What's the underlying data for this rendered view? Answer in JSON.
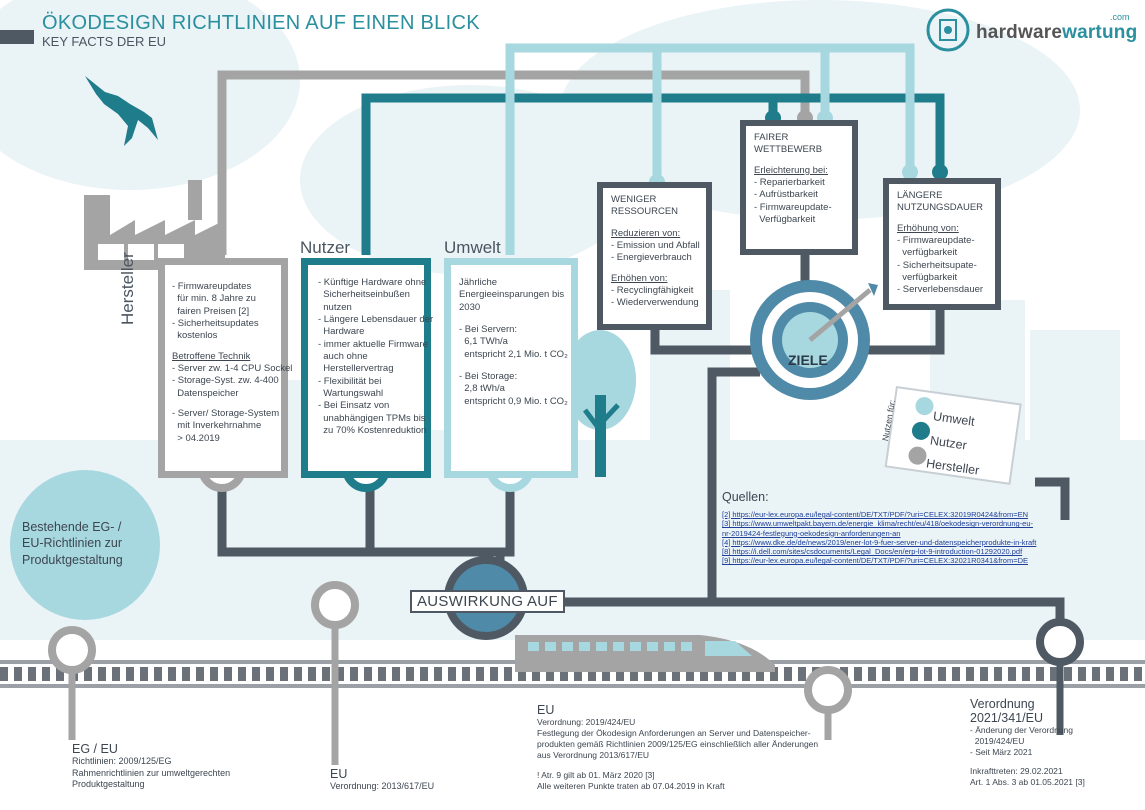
{
  "header": {
    "title": "ÖKODESIGN RICHTLINIEN AUF EINEN BLICK",
    "subtitle": "KEY FACTS DER EU",
    "logo_main": "hardware",
    "logo_accent": "wartung",
    "logo_suffix": ".com"
  },
  "colors": {
    "dark_teal": "#1f7c8a",
    "light_teal": "#a7d7df",
    "grey": "#a4a4a4",
    "dark_grey": "#4f5963",
    "bg_blue": "#e7f1f5"
  },
  "hersteller": {
    "label": "Hersteller",
    "lines_top": [
      "- Firmwareupdates",
      "  für min. 8 Jahre zu",
      "  fairen Preisen [2]",
      "- Sicherheitsupdates",
      "  kostenlos"
    ],
    "tech_title": "Betroffene Technik",
    "lines_tech": [
      "- Server zw. 1-4 CPU Sockel",
      "- Storage-Syst. zw. 4-400",
      "  Datenspeicher"
    ],
    "lines_bottom": [
      "- Server/ Storage-System",
      "  mit Inverkehrnahme",
      "  > 04.2019"
    ]
  },
  "nutzer": {
    "label": "Nutzer",
    "lines": [
      "- Künftige Hardware ohne",
      "  Sicherheitseinbußen",
      "  nutzen",
      "- Längere Lebensdauer der",
      "  Hardware",
      "- immer aktuelle Firmware",
      "  auch ohne",
      "  Herstellervertrag",
      "- Flexibilität bei",
      "  Wartungswahl",
      "- Bei Einsatz von",
      "  unabhängigen TPMs bis",
      "  zu 70% Kostenreduktion"
    ]
  },
  "umwelt": {
    "label": "Umwelt",
    "intro": [
      "Jährliche",
      "Energieeinsparungen bis",
      "2030"
    ],
    "server": [
      "- Bei Servern:",
      "  6,1 TWh/a",
      "  entspricht 2,1 Mio. t CO₂"
    ],
    "storage": [
      "- Bei Storage:",
      "  2,8 tWh/a",
      "  entspricht 0,9 Mio. t CO₂"
    ]
  },
  "goals": {
    "weniger": {
      "title": [
        "WENIGER",
        "RESSOURCEN"
      ],
      "reduce_title": "Reduzieren von:",
      "reduce": [
        "- Emission und Abfall",
        "- Energieverbrauch"
      ],
      "raise_title": "Erhöhen von:",
      "raise": [
        "- Recyclingfähigkeit",
        "- Wiederverwendung"
      ]
    },
    "fairer": {
      "title": [
        "FAIRER",
        "WETTBEWERB"
      ],
      "sub_title": "Erleichterung bei:",
      "items": [
        "- Reparierbarkeit",
        "- Aufrüstbarkeit",
        "- Firmwareupdate-",
        "  Verfügbarkeit"
      ]
    },
    "laenger": {
      "title": [
        "LÄNGERE",
        "NUTZUNGSDAUER"
      ],
      "sub_title": "Erhöhung von:",
      "items": [
        "- Firmwareupdate-",
        "  verfügbarkeit",
        "- Sicherheitsupate-",
        "  verfügbarkeit",
        "- Serverlebensdauer"
      ]
    },
    "ziele": "ZIELE"
  },
  "legend": {
    "rotated": "Nutzen für:",
    "items": [
      "Umwelt",
      "Nutzer",
      "Hersteller"
    ]
  },
  "sources": {
    "title": "Quellen:",
    "items": [
      "[2] https://eur-lex.europa.eu/legal-content/DE/TXT/PDF/?uri=CELEX:32019R0424&from=EN",
      "[3] https://www.umweltpakt.bayern.de/energie_klima/recht/eu/418/oekodesign-verordnung-eu-",
      "nr-2019424-festlegung-oekodesign-anforderungen-an",
      "[4] https://www.dke.de/de/news/2019/ener-lot-9-fuer-server-und-datenspeicherprodukte-in-kraft",
      "[8] https://i.dell.com/sites/csdocuments/Legal_Docs/en/erp-lot-9-introduction-01292020.pdf",
      "[9] https://eur-lex.europa.eu/legal-content/DE/TXT/PDF/?uri=CELEX:32021R0341&from=DE"
    ]
  },
  "bestehende": [
    "Bestehende EG- /",
    "EU-Richtlinien zur",
    "Produktgestaltung"
  ],
  "auswirkung": "AUSWIRKUNG AUF",
  "timeline": {
    "eg": {
      "head": "EG / EU",
      "lines": [
        "Richtlinien: 2009/125/EG",
        "Rahmenrichtlinien zur umweltgerechten",
        "Produktgestaltung"
      ]
    },
    "eu1": {
      "head": "EU",
      "lines": [
        "Verordnung: 2013/617/EU"
      ]
    },
    "eu2": {
      "head": "EU",
      "lines": [
        "Verordnung: 2019/424/EU",
        "Festlegung der Ökodesign Anforderungen an Server und Datenspeicher-",
        "produkten gemäß Richtlinien 2009/125/EG einschließlich aller Änderungen",
        "aus Verordnung 2013/617/EU",
        "",
        "! Atr. 9 gilt ab 01. März 2020 [3]",
        "Alle weiteren Punkte traten ab 07.04.2019 in Kraft"
      ]
    },
    "vo": {
      "head": [
        "Verordnung",
        "2021/341/EU"
      ],
      "lines": [
        "- Änderung der Verordnung",
        "  2019/424/EU",
        "- Seit März 2021"
      ],
      "extra": [
        "Inkrafttreten: 29.02.2021",
        "Art. 1 Abs. 3 ab 01.05.2021 [3]"
      ]
    }
  }
}
